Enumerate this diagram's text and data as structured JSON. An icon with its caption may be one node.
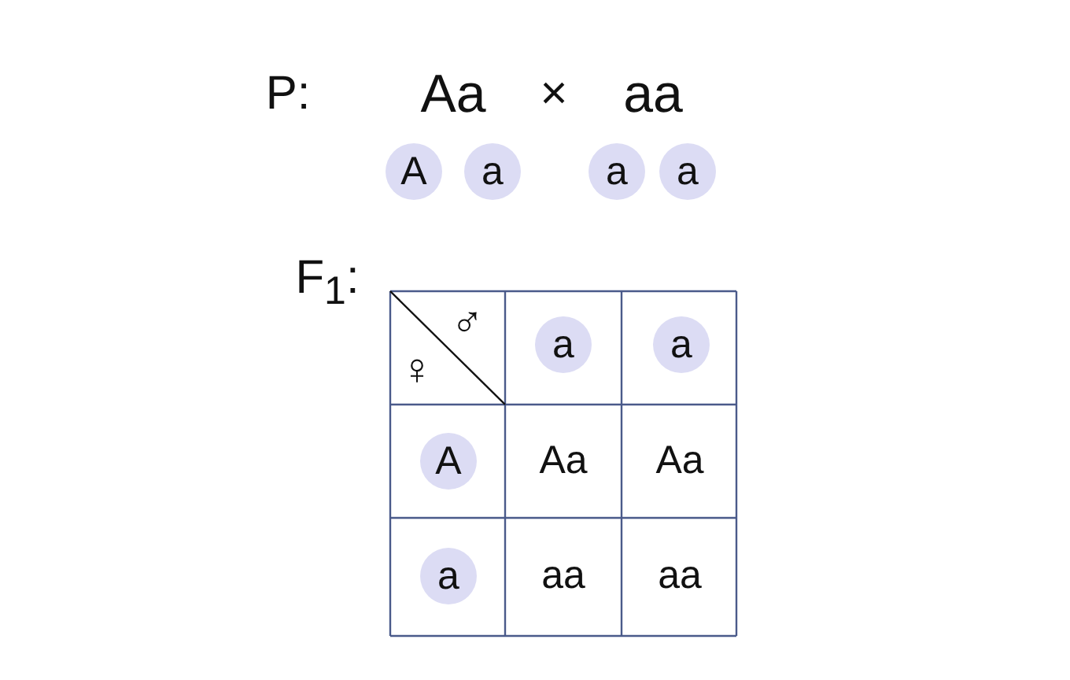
{
  "diagram": {
    "nodes": [
      {
        "text": [
          "A"
        ]
      },
      {
        "text": [
          "a"
        ]
      },
      {
        "text": [
          "a"
        ]
      },
      {
        "text": [
          "a"
        ]
      },
      {
        "text": [
          "a"
        ]
      },
      {
        "text": [
          "a"
        ]
      },
      {
        "text": [
          "A"
        ]
      },
      {
        "text": [
          "a"
        ]
      }
    ],
    "labels": [
      "P:",
      "Aa",
      "×",
      "aa",
      "F$_{1}$:",
      "♂",
      "♀",
      "Aa",
      "Aa",
      "aa",
      "aa"
    ]
  }
}
